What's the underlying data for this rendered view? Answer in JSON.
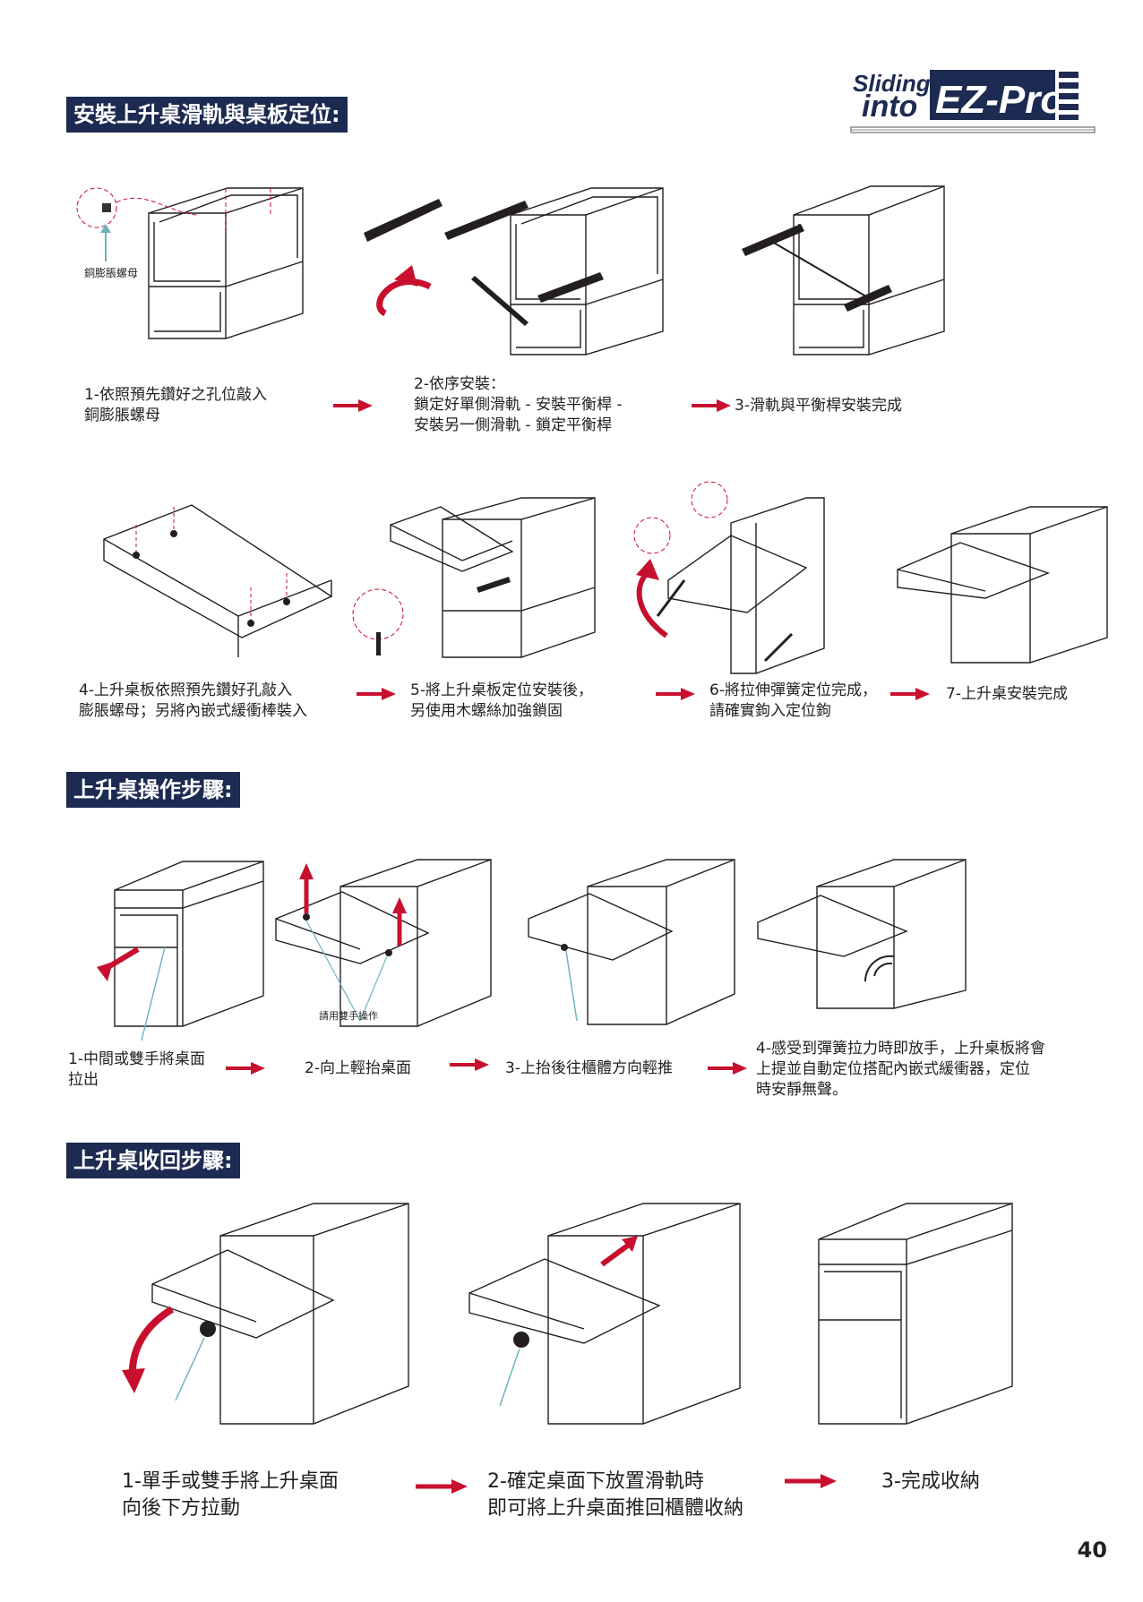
{
  "brand": {
    "word1": "Sliding",
    "word2": "into",
    "word3": "EZ-Pro",
    "accent": "#1d2b52"
  },
  "sections": {
    "install_title": "安裝上升桌滑軌與桌板定位:",
    "operate_title": "上升桌操作步驟:",
    "retract_title": "上升桌收回步驟:"
  },
  "install": {
    "part_label": "銅膨脹螺母",
    "step1": "1-依照預先鑽好之孔位敲入\n  銅膨脹螺母",
    "step2": "2-依序安裝：\n鎖定好單側滑軌 - 安裝平衡桿 -\n安裝另一側滑軌 - 鎖定平衡桿",
    "step3": "3-滑軌與平衡桿安裝完成",
    "step4": "4-上升桌板依照預先鑽好孔敲入\n  膨脹螺母；另將內嵌式緩衝棒裝入",
    "step5": "5-將上升桌板定位安裝後，\n另使用木螺絲加強鎖固",
    "step6": "6-將拉伸彈簧定位完成，\n請確實鉤入定位鉤",
    "step7": "7-上升桌安裝完成"
  },
  "operate": {
    "hands_label": "請用雙手操作",
    "step1": "1-中間或雙手將桌面\n  拉出",
    "step2": "2-向上輕抬桌面",
    "step3": "3-上抬後往櫃體方向輕推",
    "step4": "4-感受到彈簧拉力時即放手，上升桌板將會\n  上提並自動定位搭配內嵌式緩衝器，定位\n  時安靜無聲。"
  },
  "retract": {
    "step1": "1-單手或雙手將上升桌面\n  向後下方拉動",
    "step2": "2-確定桌面下放置滑軌時\n即可將上升桌面推回櫃體收納",
    "step3": "3-完成收納"
  },
  "page_number": "40",
  "colors": {
    "arrow_red": "#c8102e",
    "pointer_teal": "#6fb3bf",
    "line": "#231f20"
  }
}
